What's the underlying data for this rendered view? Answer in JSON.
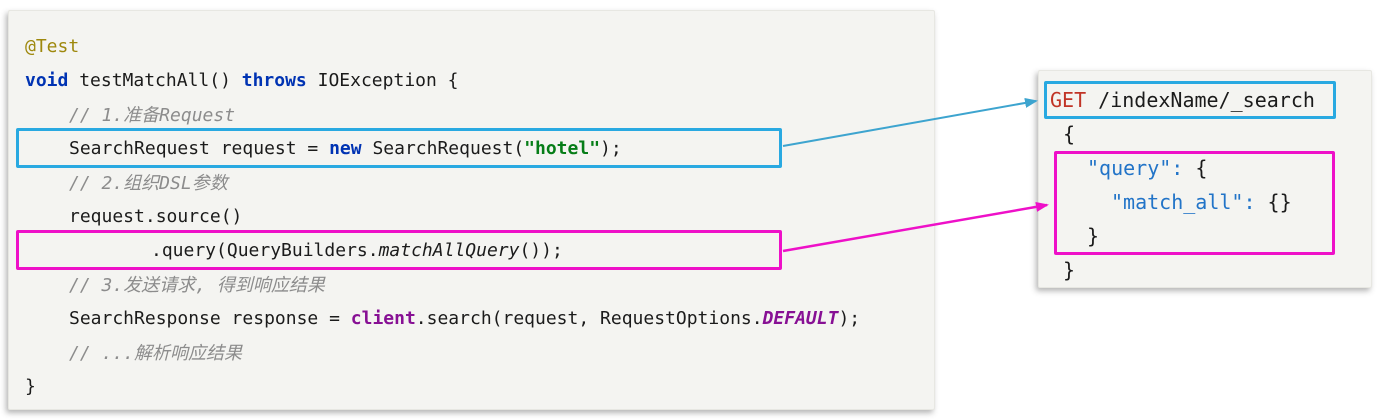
{
  "colors": {
    "highlight_cyan": "#29a9e1",
    "highlight_magenta": "#ee10c8",
    "panel_background": "#f4f4f1",
    "keyword_blue": "#0033b3",
    "string_green": "#067d17",
    "member_purple": "#871094",
    "annotation_olive": "#9e880d",
    "comment_gray": "#8c8c8c",
    "http_method_red": "#c13426",
    "json_key_blue": "#2274c8"
  },
  "java_panel": {
    "l1": {
      "annotation": "@Test"
    },
    "l2": {
      "kw1": "void",
      "t1": " testMatchAll() ",
      "kw2": "throws",
      "t2": " IOException {"
    },
    "l3": {
      "comment": "// 1.准备Request"
    },
    "l4": {
      "t1": "SearchRequest request = ",
      "kw": "new",
      "t2": " SearchRequest(",
      "str": "\"hotel\"",
      "t3": ");"
    },
    "l5": {
      "comment": "// 2.组织DSL参数"
    },
    "l6": {
      "t1": "request.source()"
    },
    "l7": {
      "t1": ".query(QueryBuilders.",
      "method": "matchAllQuery",
      "t2": "());"
    },
    "l8": {
      "comment": "// 3.发送请求, 得到响应结果"
    },
    "l9": {
      "t1": "SearchResponse response = ",
      "field": "client",
      "t2": ".search(request, RequestOptions.",
      "const": "DEFAULT",
      "t3": ");"
    },
    "l10": {
      "comment": "// ...解析响应结果"
    },
    "l11": {
      "t1": "}"
    }
  },
  "dsl_panel": {
    "l1": {
      "method": "GET",
      "t1": " /indexName/_search"
    },
    "l2": {
      "t1": "{"
    },
    "l3": {
      "key": "\"query\":",
      "t1": " {"
    },
    "l4": {
      "key": "\"match_all\":",
      "t1": " {}"
    },
    "l5": {
      "t1": "}"
    },
    "l6": {
      "t1": "}"
    }
  }
}
